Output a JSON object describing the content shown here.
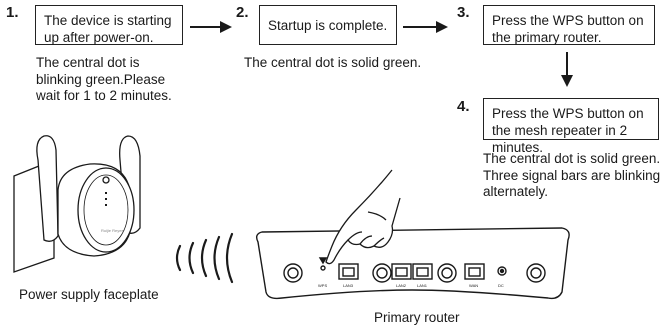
{
  "steps": [
    {
      "number": "1.",
      "text": "The device is starting up after power-on.",
      "caption": "The central dot is blinking green.Please wait for 1 to 2 minutes."
    },
    {
      "number": "2.",
      "text": "Startup is complete.",
      "caption": "The central dot is solid green."
    },
    {
      "number": "3.",
      "text": "Press the WPS button on the primary router.",
      "caption": ""
    },
    {
      "number": "4.",
      "text": "Press the WPS button on the mesh repeater in 2 minutes.",
      "caption": "The central dot is solid green. Three signal bars are blinking alternately."
    }
  ],
  "illustration": {
    "left_label": "Power supply faceplate",
    "right_label": "Primary router",
    "device_brand_mark": "Ruijie Reyee",
    "port_labels": [
      "WPS",
      "LAN3",
      "LAN2",
      "LAN1",
      "WAN",
      "DC"
    ]
  },
  "colors": {
    "line": "#1a1a1a",
    "box_border": "#222222"
  }
}
